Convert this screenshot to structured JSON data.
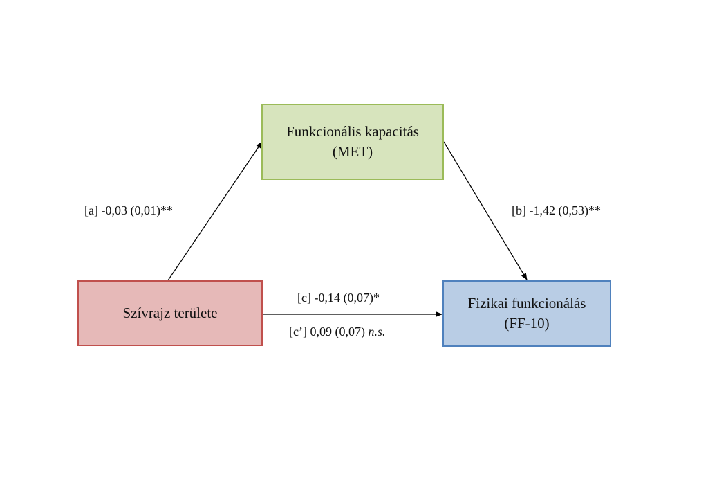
{
  "colors": {
    "mediator_fill": "#d7e4bd",
    "mediator_border": "#9bbb59",
    "predictor_fill": "#e6b9b8",
    "predictor_border": "#c0504d",
    "outcome_fill": "#b9cde5",
    "outcome_border": "#4f81bd",
    "arrow": "#000000"
  },
  "nodes": {
    "mediator": {
      "line1": "Funkcionális kapacitás",
      "line2": "(MET)"
    },
    "predictor": {
      "line1": "Szívrajz területe"
    },
    "outcome": {
      "line1": "Fizikai funkcionálás",
      "line2": "(FF-10)"
    }
  },
  "paths": {
    "a": {
      "text": "[a] -0,03 (0,01)**"
    },
    "b": {
      "text": "[b] -1,42 (0,53)**"
    },
    "c": {
      "text": "[c] -0,14 (0,07)*"
    },
    "c_prime": {
      "text": "[c’] 0,09 (0,07) ",
      "suffix": "n.s."
    }
  }
}
